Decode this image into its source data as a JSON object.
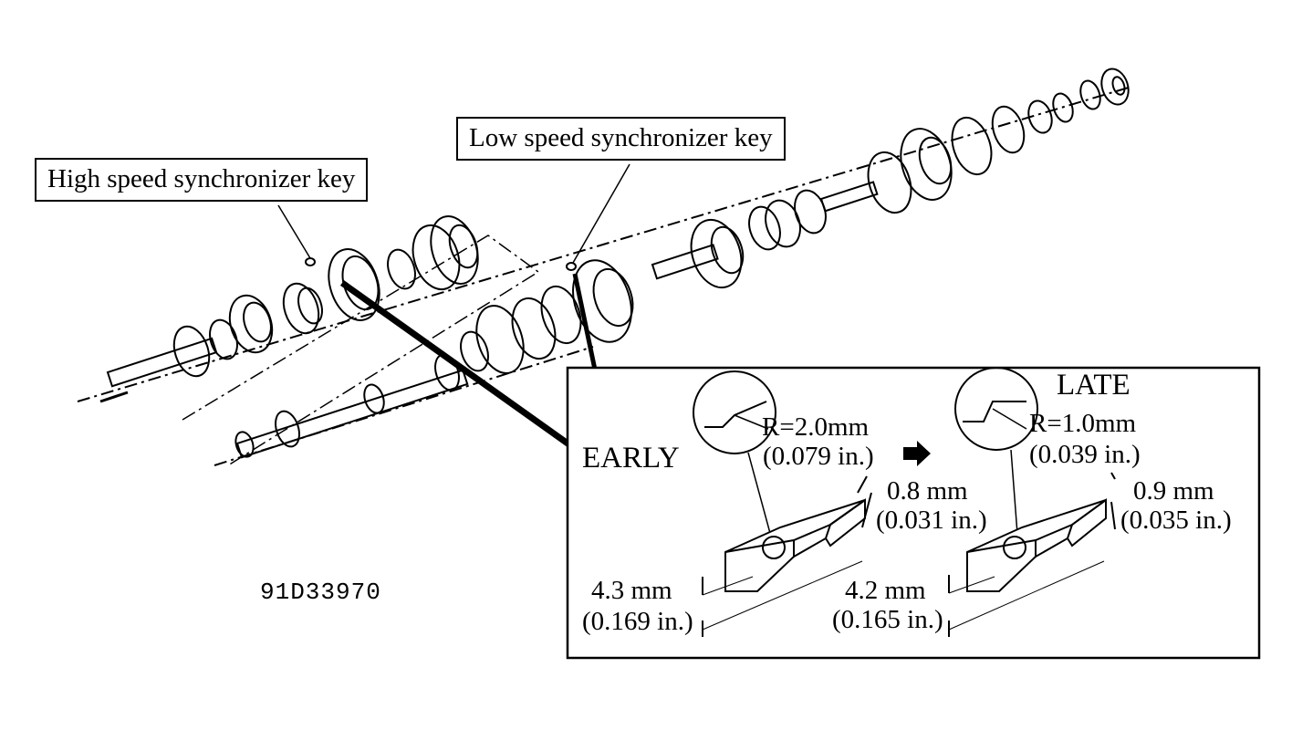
{
  "callouts": {
    "high_speed": "High speed synchronizer key",
    "low_speed": "Low speed synchronizer key"
  },
  "figure_code": "91D33970",
  "detail": {
    "arrow_icon": "right-arrow-icon",
    "early": {
      "title": "EARLY",
      "radius_mm": "R=2.0mm",
      "radius_in": "(0.079 in.)",
      "thickness_mm": "0.8 mm",
      "thickness_in": "(0.031 in.)",
      "width_mm": "4.3 mm",
      "width_in": "(0.169 in.)"
    },
    "late": {
      "title": "LATE",
      "radius_mm": "R=1.0mm",
      "radius_in": "(0.039 in.)",
      "thickness_mm": "0.9 mm",
      "thickness_in": "(0.035 in.)",
      "width_mm": "4.2 mm",
      "width_in": "(0.165 in.)"
    }
  }
}
